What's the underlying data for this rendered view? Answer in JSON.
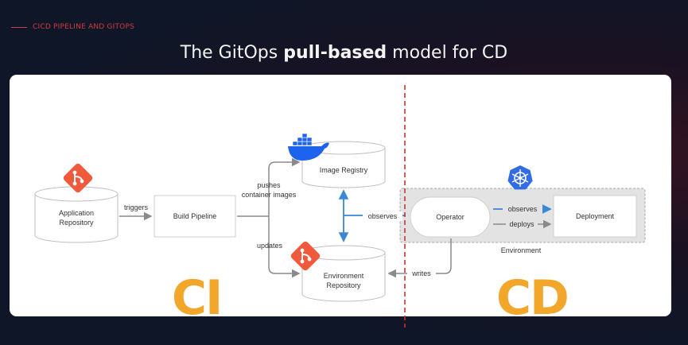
{
  "section_tag": "CICD PIPELINE AND GITOPS",
  "title": {
    "pre": "The GitOps ",
    "bold": "pull-based",
    "post": " model for CD"
  },
  "nodes": {
    "app_repo": "Application\nRepository",
    "build": "Build Pipeline",
    "registry": "Image Registry",
    "env_repo": "Environment\nRepository",
    "operator": "Operator",
    "deployment": "Deployment",
    "environment": "Environment"
  },
  "edges": {
    "triggers": "triggers",
    "pushes": "pushes\ncontainer images",
    "updates": "updates",
    "observes_left": "observes",
    "writes": "writes",
    "observes_right": "observes",
    "deploys": "deploys"
  },
  "big_labels": {
    "ci": "CI",
    "cd": "CD"
  },
  "colors": {
    "accent_red": "#d23b3b",
    "git_orange": "#ef5a3c",
    "docker_blue": "#1d63ed",
    "k8s_blue": "#326ce5",
    "arrow_blue": "#3a87d6",
    "big_yellow": "#f2a62a"
  },
  "icons": [
    "git-icon",
    "docker-icon",
    "kubernetes-icon"
  ]
}
